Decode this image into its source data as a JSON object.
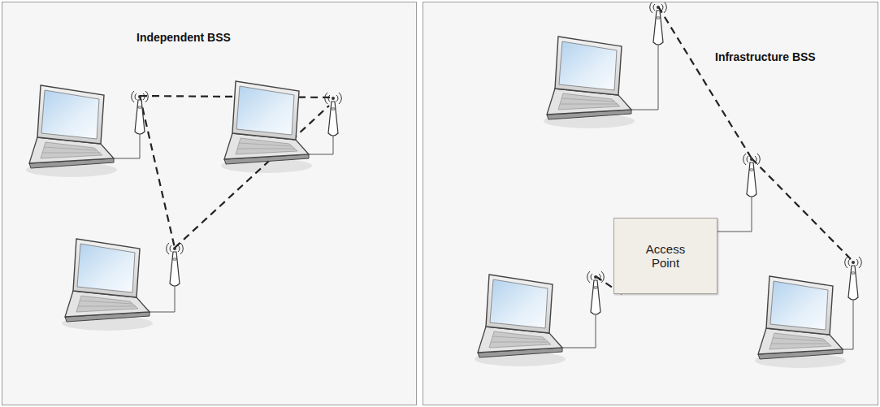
{
  "diagram": {
    "nodes": [
      {
        "text": [
          "Independent BSS"
        ]
      },
      {
        "text": [
          "Infrastructure BSS"
        ]
      },
      {
        "text": [
          "Access Point"
        ],
        "in": 1
      }
    ]
  }
}
